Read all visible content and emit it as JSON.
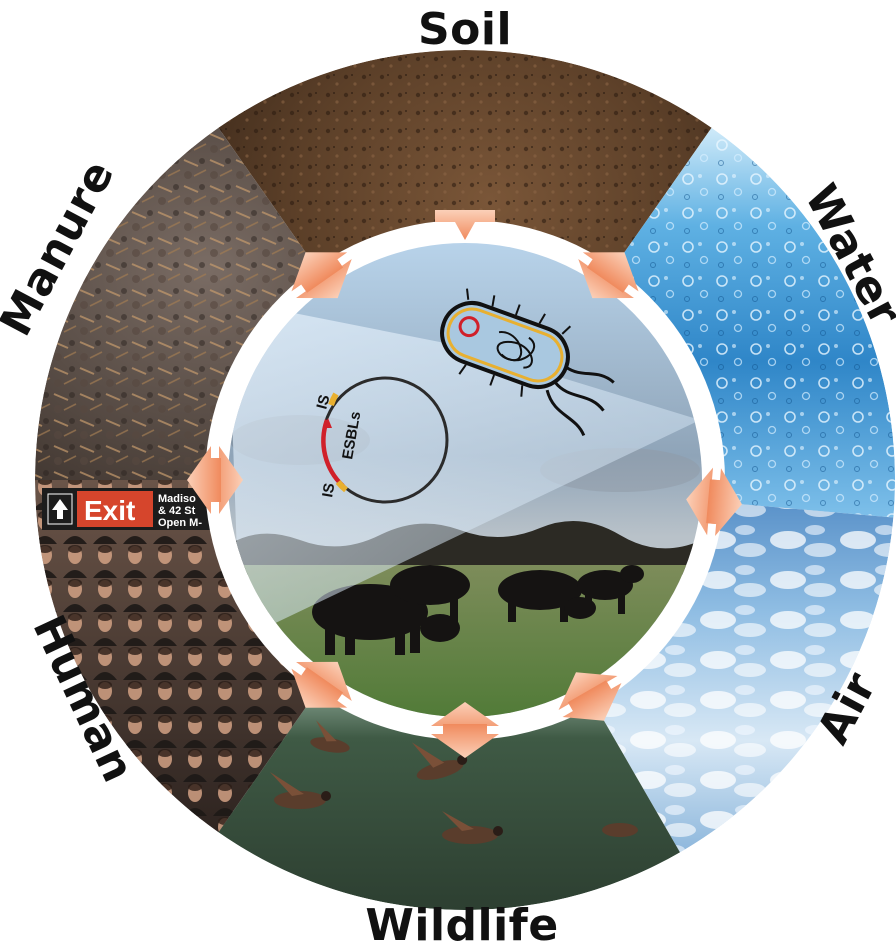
{
  "title": "",
  "segments": [
    {
      "id": "soil",
      "label": "Soil",
      "color": "#5b3f28"
    },
    {
      "id": "water",
      "label": "Water",
      "color": "#3a8ccf"
    },
    {
      "id": "air",
      "label": "Air",
      "color": "#9cc3e3"
    },
    {
      "id": "wildlife",
      "label": "Wildlife",
      "color": "#58705a"
    },
    {
      "id": "human",
      "label": "Human",
      "color": "#4a3a34"
    },
    {
      "id": "manure",
      "label": "Manure",
      "color": "#5c5048"
    }
  ],
  "center": {
    "scene": "cattle-pasture",
    "plasmid": {
      "is_top": "IS",
      "esbls": "ESBLs",
      "is_bottom": "IS"
    },
    "bacterium_icon": "bacterium-icon"
  },
  "exit_sign": {
    "word": "Exit",
    "line1": "Madiso",
    "line2": "& 42 St",
    "line3": "Open M-"
  },
  "arrow_color": "#f08a5d",
  "ring_color": "#ffffff"
}
